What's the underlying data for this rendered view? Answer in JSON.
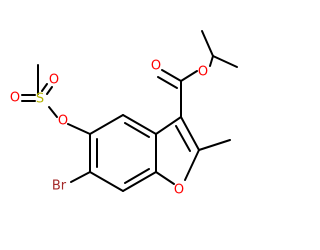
{
  "molecule": {
    "atoms": {
      "o_sulfonyl_top": "O",
      "o_sulfonyl_bottom": "O",
      "s_sulfonyl": "S",
      "o_ether_sulfonate": "O",
      "br": "Br",
      "o_furan": "O",
      "o_carbonyl": "O",
      "o_ester": "O"
    },
    "colors": {
      "bond": "#000000",
      "O": "#ff0000",
      "S": "#b3b300",
      "Br": "#a52a2a"
    }
  }
}
